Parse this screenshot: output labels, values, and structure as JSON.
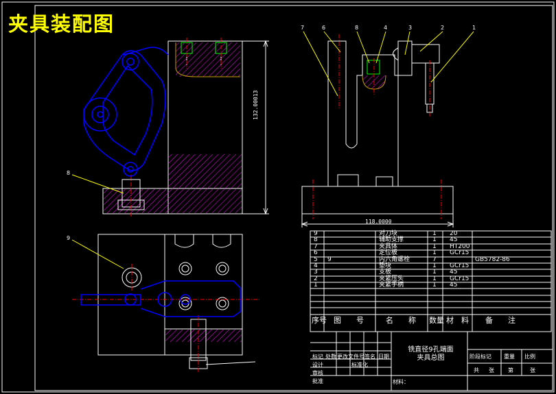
{
  "drawing": {
    "title": "夹具装配图",
    "colors": {
      "outline": "#ffffff",
      "blue": "#0000ff",
      "hatch": "#ff00ff",
      "leader": "#ffff00",
      "green": "#00ff00",
      "fill": "#c8a000"
    }
  },
  "dimensions": {
    "overall_width": "118.0000",
    "overall_height": "132.00013"
  },
  "balloons": {
    "front": [
      "7",
      "6",
      "8",
      "4",
      "3",
      "2",
      "1"
    ],
    "side": "8",
    "top": "9"
  },
  "bom": {
    "header": {
      "seq": "序号",
      "drawing_no": "图　　号",
      "name": "名　　称",
      "qty": "数量",
      "material": "材　料",
      "remark": "备　　注"
    },
    "rows": [
      {
        "seq": "9",
        "drawing_no": "",
        "name": "对刀块",
        "qty": "1",
        "material": "20",
        "remark": ""
      },
      {
        "seq": "8",
        "drawing_no": "",
        "name": "辅助支撑",
        "qty": "1",
        "material": "45",
        "remark": ""
      },
      {
        "seq": "7",
        "drawing_no": "",
        "name": "夹具体",
        "qty": "1",
        "material": "HT200",
        "remark": ""
      },
      {
        "seq": "6",
        "drawing_no": "",
        "name": "定位板",
        "qty": "1",
        "material": "GCr15",
        "remark": ""
      },
      {
        "seq": "5",
        "drawing_no": "9",
        "name": "内六角螺栓",
        "qty": "7",
        "material": "",
        "remark": "GB5782-86"
      },
      {
        "seq": "4",
        "drawing_no": "",
        "name": "垫块",
        "qty": "1",
        "material": "GCr15",
        "remark": ""
      },
      {
        "seq": "3",
        "drawing_no": "",
        "name": "支板",
        "qty": "1",
        "material": "45",
        "remark": ""
      },
      {
        "seq": "2",
        "drawing_no": "",
        "name": "夹紧压头",
        "qty": "1",
        "material": "GCr15",
        "remark": ""
      },
      {
        "seq": "1",
        "drawing_no": "",
        "name": "夹紧手柄",
        "qty": "1",
        "material": "45",
        "remark": ""
      }
    ]
  },
  "title_block": {
    "part_title_line1": "铣直径9孔端面",
    "part_title_line2": "夹具总图",
    "small_labels": [
      "标记",
      "处数",
      "更改文件号",
      "签名",
      "日期",
      "设计",
      "审核",
      "批准",
      "标准化"
    ],
    "right_labels": [
      "阶段标记",
      "重量",
      "比例",
      "共",
      "张",
      "第",
      "张"
    ],
    "material_label": "材料："
  }
}
